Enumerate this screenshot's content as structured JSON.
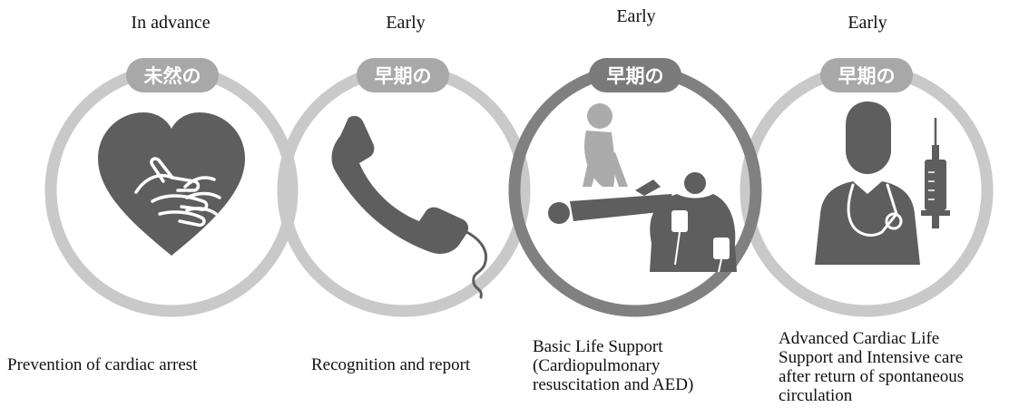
{
  "steps": [
    {
      "top_label": "In advance",
      "badge": "未然の",
      "icon": "heart-hands-icon",
      "caption": "Prevention of cardiac arrest"
    },
    {
      "top_label": "Early",
      "badge": "早期の",
      "icon": "phone-handset-icon",
      "caption": "Recognition and report"
    },
    {
      "top_label": "Early",
      "badge": "早期の",
      "icon": "cpr-aed-icon",
      "caption_lines": [
        "Basic Life Support",
        "(Cardiopulmonary",
        "resuscitation and AED)"
      ]
    },
    {
      "top_label": "Early",
      "badge": "早期の",
      "icon": "doctor-syringe-icon",
      "caption_lines": [
        "Advanced Cardiac Life",
        "Support and Intensive care",
        "after return of spontaneous",
        "circulation"
      ]
    }
  ],
  "colors": {
    "ring_light": "#c9c9c9",
    "ring_dark": "#808080",
    "badge_light": "#a8a8a8",
    "badge_dark": "#7a7a7a",
    "icon": "#5e5e5e",
    "icon_light": "#ababab"
  }
}
